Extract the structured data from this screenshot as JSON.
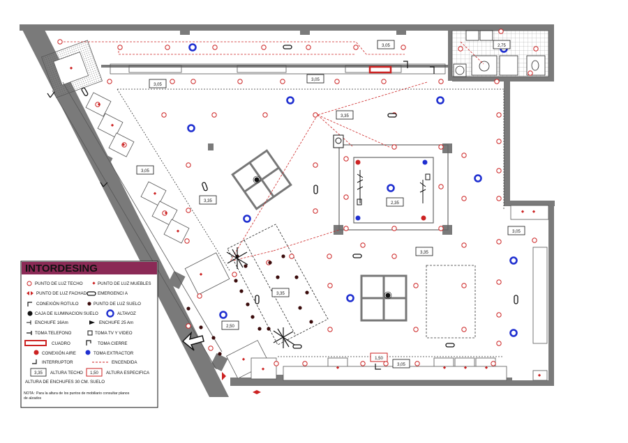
{
  "legend": {
    "title": "INTORDESING",
    "items": [
      "PUNTO DE LUZ TECHO",
      "PUNTO DE LUZ MUEBLES",
      "PUNTO DE LUZ FACHADA",
      "EMERGENCI A",
      "CONEXIÓN ROTULO",
      "PUNTO DE LUZ SUELO",
      "CAJA DE ILUMINACION SUELO",
      "ALTAVOZ",
      "ENCHUFE 16Am",
      "ENCHUFE 25 Am",
      "TOMA TELEFONO",
      "TOMA TV Y VIDEO",
      "CUADRO",
      "TOMA CIERRE",
      "CONEXIÓN AIRE",
      "TOMA EXTRACTOR",
      "INTERRUPTOR",
      "ENCENDIDA",
      "ALTURA TECHO",
      "ALTURA ESPECIFICA"
    ],
    "sample_height_techo": "3,35",
    "sample_height_especifica": "1,50",
    "outlet_height_note": "ALTURA DE ENCHUFES 30 CM. SUELO",
    "note_line1": "NOTA : Para la altura de los puntos de mobiliario consultar planos",
    "note_line2": "de alzados"
  },
  "height_labels": [
    "3,05",
    "2,75",
    "3,05",
    "3,05",
    "3,35",
    "3,05",
    "3,35",
    "2,35",
    "3,35",
    "3,05",
    "3,35",
    "2,50",
    "1,50",
    "3,05"
  ],
  "colors": {
    "wall": "#7a7a7a",
    "red": "#cc2222",
    "blue": "#1f2fd0",
    "dark_red": "#3a0b0b",
    "legend_header": "#8b2a56"
  }
}
